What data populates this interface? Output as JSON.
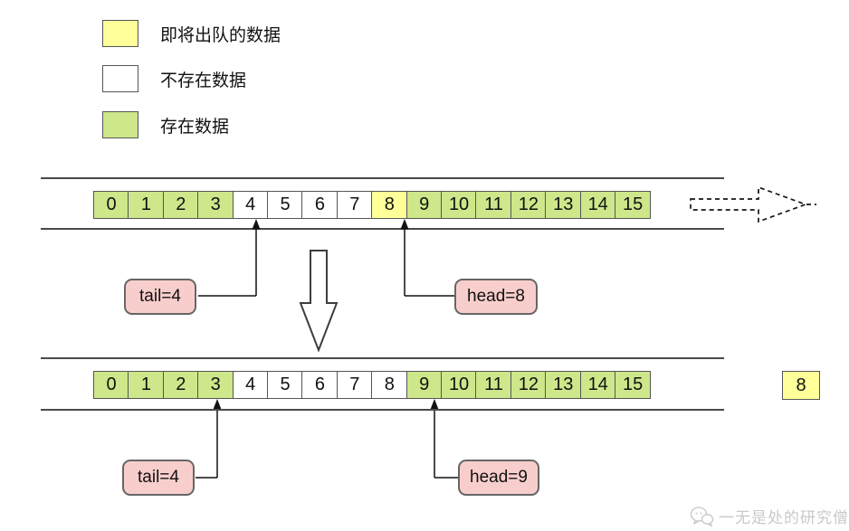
{
  "colors": {
    "yellow": "#feff99",
    "white": "#ffffff",
    "green": "#cde78a",
    "pink": "#f8cecc"
  },
  "legend": {
    "items": [
      {
        "label": "即将出队的数据",
        "state": "yellow"
      },
      {
        "label": "不存在数据",
        "state": "white"
      },
      {
        "label": "存在数据",
        "state": "green"
      }
    ]
  },
  "top_track": {
    "cells": [
      {
        "value": "0",
        "state": "green"
      },
      {
        "value": "1",
        "state": "green"
      },
      {
        "value": "2",
        "state": "green"
      },
      {
        "value": "3",
        "state": "green"
      },
      {
        "value": "4",
        "state": "white"
      },
      {
        "value": "5",
        "state": "white"
      },
      {
        "value": "6",
        "state": "white"
      },
      {
        "value": "7",
        "state": "white"
      },
      {
        "value": "8",
        "state": "yellow"
      },
      {
        "value": "9",
        "state": "green"
      },
      {
        "value": "10",
        "state": "green"
      },
      {
        "value": "11",
        "state": "green"
      },
      {
        "value": "12",
        "state": "green"
      },
      {
        "value": "13",
        "state": "green"
      },
      {
        "value": "14",
        "state": "green"
      },
      {
        "value": "15",
        "state": "green"
      }
    ]
  },
  "bottom_track": {
    "cells": [
      {
        "value": "0",
        "state": "green"
      },
      {
        "value": "1",
        "state": "green"
      },
      {
        "value": "2",
        "state": "green"
      },
      {
        "value": "3",
        "state": "green"
      },
      {
        "value": "4",
        "state": "white"
      },
      {
        "value": "5",
        "state": "white"
      },
      {
        "value": "6",
        "state": "white"
      },
      {
        "value": "7",
        "state": "white"
      },
      {
        "value": "8",
        "state": "white"
      },
      {
        "value": "9",
        "state": "green"
      },
      {
        "value": "10",
        "state": "green"
      },
      {
        "value": "11",
        "state": "green"
      },
      {
        "value": "12",
        "state": "green"
      },
      {
        "value": "13",
        "state": "green"
      },
      {
        "value": "14",
        "state": "green"
      },
      {
        "value": "15",
        "state": "green"
      }
    ]
  },
  "pointers": {
    "top_tail": "tail=4",
    "top_head": "head=8",
    "bottom_tail": "tail=4",
    "bottom_head": "head=9"
  },
  "dequeued_cell": {
    "value": "8",
    "state": "yellow"
  },
  "watermark": {
    "text": "一无是处的研究僧"
  }
}
